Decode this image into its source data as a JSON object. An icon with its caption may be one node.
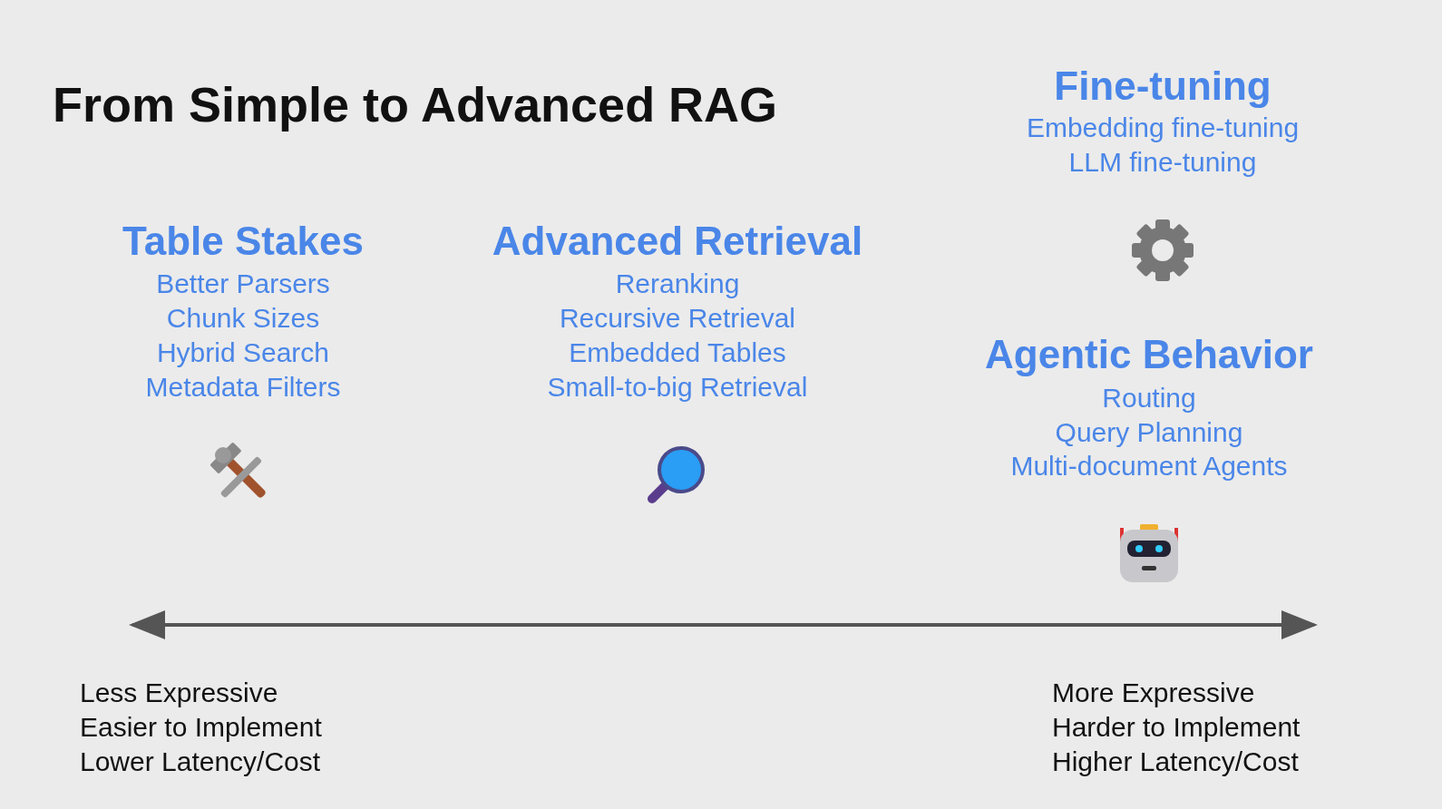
{
  "diagram": {
    "title": "From Simple to Advanced RAG",
    "labels": [
      "Fine-tuning",
      "Embedding fine-tuning",
      "LLM fine-tuning",
      "Table Stakes",
      "Better Parsers",
      "Chunk Sizes",
      "Hybrid Search",
      "Metadata Filters",
      "Advanced Retrieval",
      "Reranking",
      "Recursive Retrieval",
      "Embedded Tables",
      "Small-to-big Retrieval",
      "Agentic Behavior",
      "Routing",
      "Query Planning",
      "Multi-document Agents",
      "Less Expressive",
      "Easier to Implement",
      "Lower Latency/Cost",
      "More Expressive",
      "Harder to Implement",
      "Higher Latency/Cost"
    ]
  }
}
